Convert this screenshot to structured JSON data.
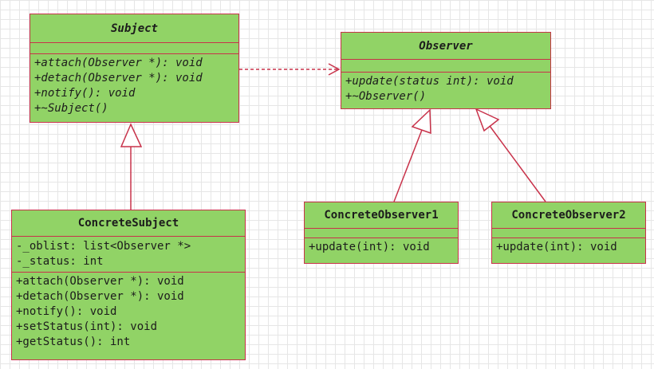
{
  "colors": {
    "fill": "#91d366",
    "stroke": "#c8324a",
    "text": "#1c1c1c",
    "grid": "#e6e6e6"
  },
  "classes": {
    "subject": {
      "name": "Subject",
      "attributes": [],
      "methods": [
        "+attach(Observer *): void",
        "+detach(Observer *): void",
        "+notify(): void",
        "+~Subject()"
      ]
    },
    "observer": {
      "name": "Observer",
      "attributes": [],
      "methods": [
        "+update(status int): void",
        "+~Observer()"
      ]
    },
    "concrete_subject": {
      "name": "ConcreteSubject",
      "attributes": [
        "-_oblist: list<Observer *>",
        "-_status: int"
      ],
      "methods": [
        "+attach(Observer *): void",
        "+detach(Observer *): void",
        "+notify(): void",
        "+setStatus(int): void",
        "+getStatus(): int"
      ]
    },
    "concrete_observer1": {
      "name": "ConcreteObserver1",
      "attributes": [],
      "methods": [
        "+update(int): void"
      ]
    },
    "concrete_observer2": {
      "name": "ConcreteObserver2",
      "attributes": [],
      "methods": [
        "+update(int): void"
      ]
    }
  },
  "relations": [
    {
      "type": "dependency",
      "from": "Subject",
      "to": "Observer"
    },
    {
      "type": "generalization",
      "from": "ConcreteSubject",
      "to": "Subject"
    },
    {
      "type": "generalization",
      "from": "ConcreteObserver1",
      "to": "Observer"
    },
    {
      "type": "generalization",
      "from": "ConcreteObserver2",
      "to": "Observer"
    }
  ]
}
